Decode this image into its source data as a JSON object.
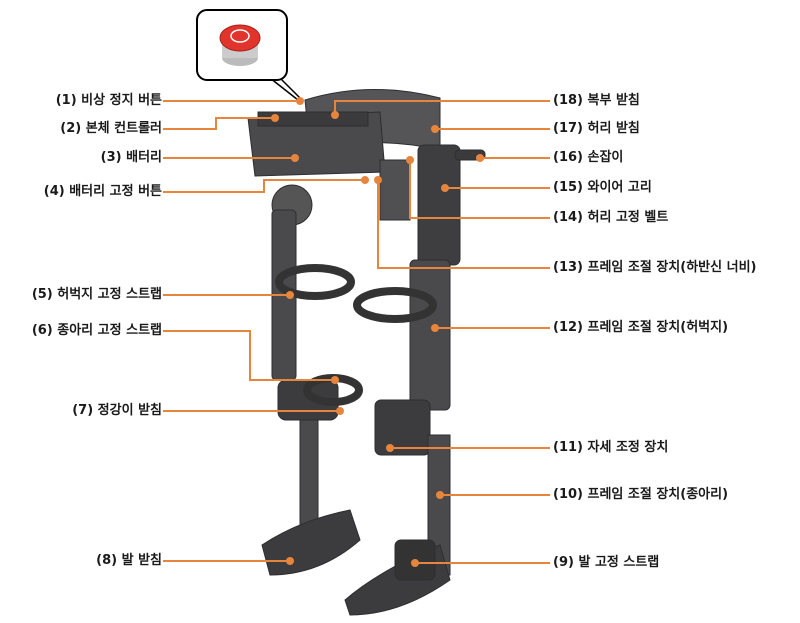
{
  "colors": {
    "leader": "#e8853d",
    "device": "#4a4a4c",
    "device_dark": "#333335",
    "stop_button": "#e0342c"
  },
  "labels_left": [
    {
      "num": "(1)",
      "text": "(1) 비상 정지 버튼"
    },
    {
      "num": "(2)",
      "text": "(2) 본체 컨트롤러"
    },
    {
      "num": "(3)",
      "text": "(3) 배터리"
    },
    {
      "num": "(4)",
      "text": "(4) 배터리 고정 버튼"
    },
    {
      "num": "(5)",
      "text": "(5) 허벅지 고정 스트랩"
    },
    {
      "num": "(6)",
      "text": "(6) 종아리 고정 스트랩"
    },
    {
      "num": "(7)",
      "text": "(7) 정강이 받침"
    },
    {
      "num": "(8)",
      "text": "(8) 발 받침"
    }
  ],
  "labels_right": [
    {
      "num": "(18)",
      "text": "(18) 복부 받침"
    },
    {
      "num": "(17)",
      "text": "(17) 허리 받침"
    },
    {
      "num": "(16)",
      "text": "(16) 손잡이"
    },
    {
      "num": "(15)",
      "text": "(15) 와이어 고리"
    },
    {
      "num": "(14)",
      "text": "(14) 허리 고정 벨트"
    },
    {
      "num": "(13)",
      "text": "(13) 프레임 조절 장치(하반신 너비)"
    },
    {
      "num": "(12)",
      "text": "(12) 프레임 조절 장치(허벅지)"
    },
    {
      "num": "(11)",
      "text": "(11) 자세 조정 장치"
    },
    {
      "num": "(10)",
      "text": "(10) 프레임 조절 장치(종아리)"
    },
    {
      "num": "(9)",
      "text": "(9) 발 고정 스트랩"
    }
  ]
}
